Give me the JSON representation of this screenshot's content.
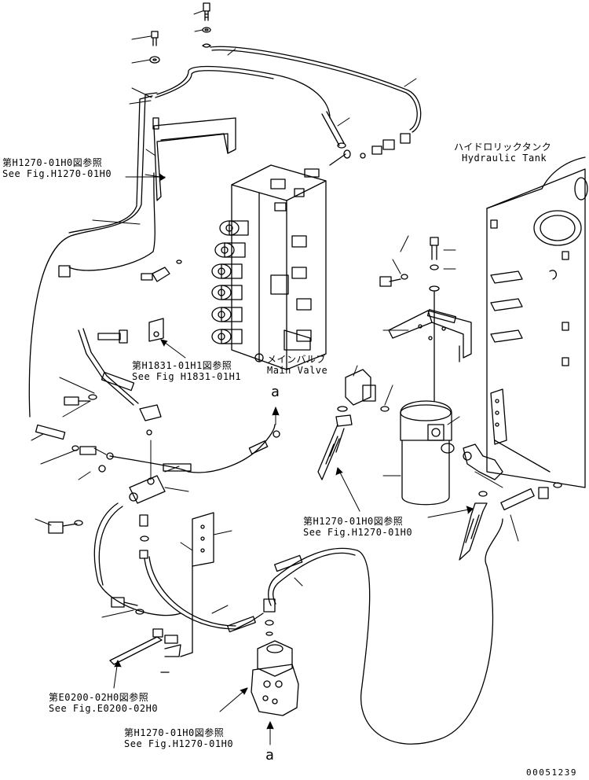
{
  "labels": {
    "hydraulic_tank": {
      "ja": "ハイドロリックタンク",
      "en": "Hydraulic Tank"
    },
    "ref_h1270_left": {
      "ja": "第H1270-01H0図参照",
      "en": "See Fig.H1270-01H0"
    },
    "ref_h1831": {
      "ja": "第H1831-01H1図参照",
      "en": "See Fig H1831-01H1"
    },
    "main_valve": {
      "ja": "メインバルブ",
      "en": "Main Valve"
    },
    "ref_h1270_right": {
      "ja": "第H1270-01H0図参照",
      "en": "See Fig.H1270-01H0"
    },
    "ref_e0200": {
      "ja": "第E0200-02H0図参照",
      "en": "See Fig.E0200-02H0"
    },
    "ref_h1270_bottom": {
      "ja": "第H1270-01H0図参照",
      "en": "See Fig.H1270-01H0"
    },
    "marker_a_top": "a",
    "marker_a_bottom": "a",
    "drawing_number": "00051239"
  }
}
